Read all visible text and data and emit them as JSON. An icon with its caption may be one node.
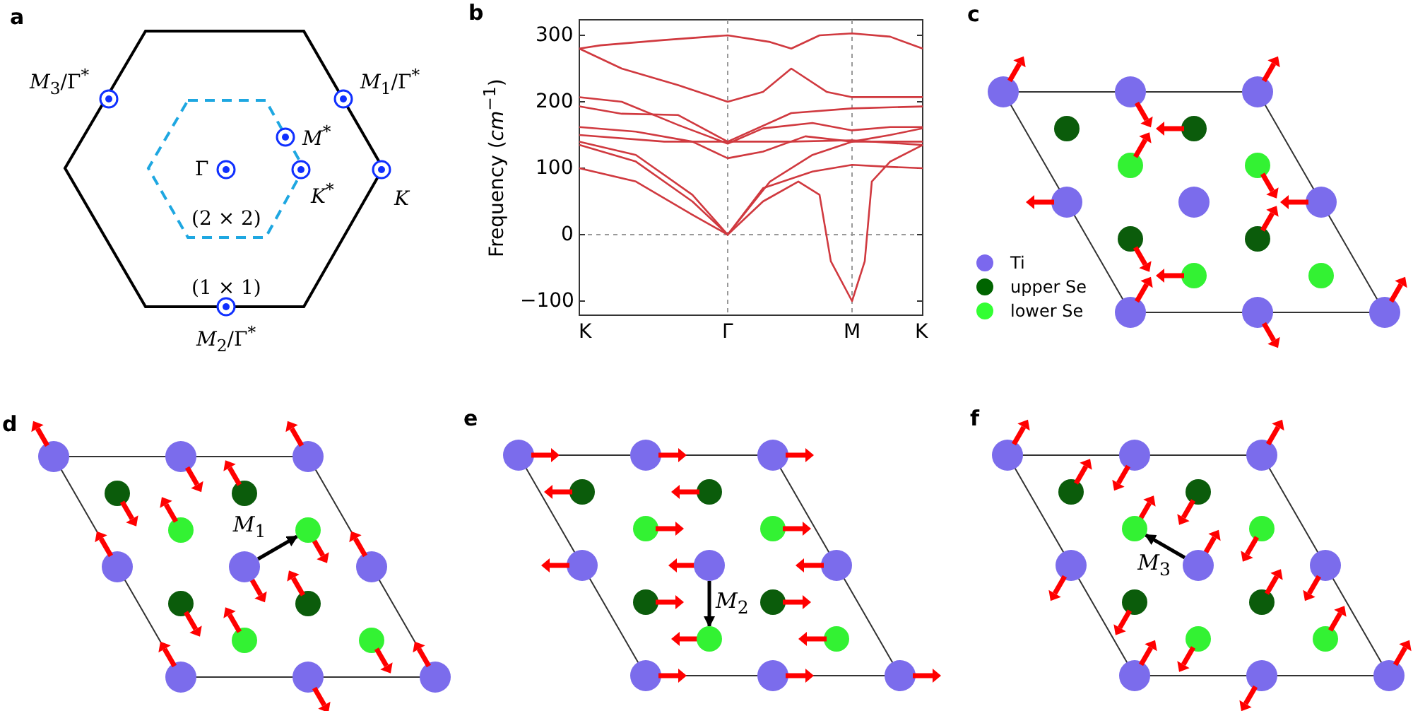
{
  "diagram": {
    "nodes": [
      {
        "text": [],
        "shape": "circle"
      },
      {
        "text": [],
        "shape": "circle"
      },
      {
        "text": [],
        "shape": "circle"
      },
      {
        "text": [],
        "shape": "circle"
      },
      {
        "text": [],
        "shape": "circle"
      },
      {
        "text": [],
        "shape": "circle"
      }
    ],
    "edges": [
      {
        "from": 0,
        "to": 1,
        "arrow": "to",
        "label": "*M*$_{1}$"
      },
      {
        "from": 2,
        "to": 3,
        "arrow": "to",
        "label": "*M*$_{2}$"
      },
      {
        "from": 4,
        "to": 5,
        "arrow": "to",
        "label": "*M*$_{3}$"
      }
    ],
    "labels": [
      "a",
      "*M*$_{3}$/Γ$^{*}$",
      "*M*$_{1}$/Γ$^{*}$",
      "*M*$^{*}$",
      "Γ",
      "*K*$^{*}$",
      "K",
      "(2 × 2)",
      "(1 × 1)",
      "*M*$_{2}$/Γ$^{*}$",
      "b",
      "300",
      "200",
      "100",
      "0",
      "−100",
      "Frequency (*cm*$^{−1}$)",
      "K",
      "Γ",
      "M",
      "K",
      "c",
      "d",
      "e",
      "f"
    ],
    "legend": [
      {
        "text": "Ti",
        "color": "#7b68ee"
      },
      {
        "text": "upper Se",
        "color": "#006400"
      },
      {
        "text": "lower Se",
        "color": "#33ff33"
      }
    ]
  }
}
